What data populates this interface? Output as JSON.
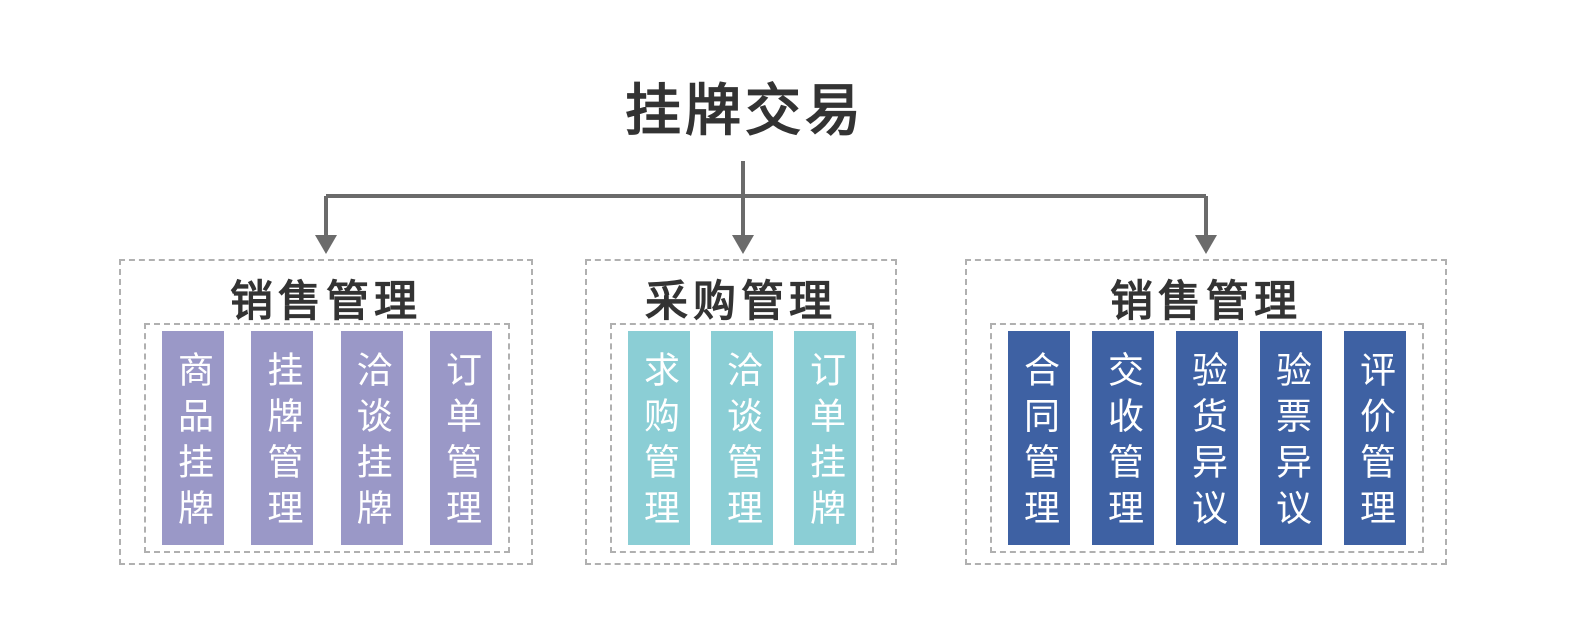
{
  "title": "挂牌交易",
  "connector": {
    "color": "#6b6b6b"
  },
  "style": {
    "background": "#ffffff",
    "dash_border_color": "#b0b0b0",
    "heading_color": "#333333",
    "bar_text_color": "#ffffff"
  },
  "groups": [
    {
      "heading": "销售管理",
      "bar_color": "#9a98c7",
      "bars": [
        "商品挂牌",
        "挂牌管理",
        "洽谈挂牌",
        "订单管理"
      ]
    },
    {
      "heading": "采购管理",
      "bar_color": "#8bced5",
      "bars": [
        "求购管理",
        "洽谈管理",
        "订单挂牌"
      ]
    },
    {
      "heading": "销售管理",
      "bar_color": "#3e61a3",
      "bars": [
        "合同管理",
        "交收管理",
        "验货异议",
        "验票异议",
        "评价管理"
      ]
    }
  ]
}
